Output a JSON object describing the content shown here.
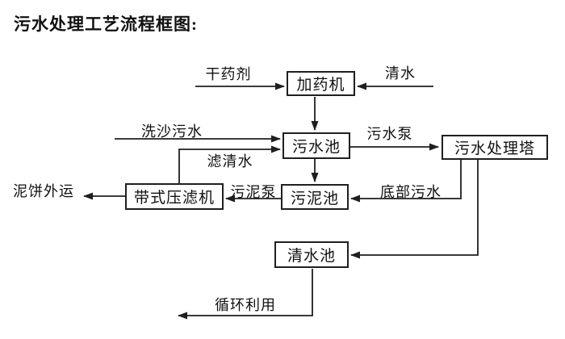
{
  "title": "污水处理工艺流程框图:",
  "diagram": {
    "type": "flowchart",
    "nodes": {
      "dosing_machine": "加药机",
      "sewage_pool": "污水池",
      "treatment_tower": "污水处理塔",
      "sludge_pool": "污泥池",
      "belt_filter_press": "带式压滤机",
      "clear_water_pool": "清水池"
    },
    "labels": {
      "dry_agent": "干药剂",
      "clear_water": "清水",
      "sand_washing_sewage": "洗沙污水",
      "sewage_pump": "污水泵",
      "filter_water": "滤清水",
      "sludge_pump": "污泥泵",
      "bottom_sewage": "底部污水",
      "mud_cake_transport": "泥饼外运",
      "recycling": "循环利用"
    },
    "edges": [
      {
        "source": "干药剂(外部输入)",
        "target": "加药机",
        "label": "干药剂"
      },
      {
        "source": "清水(外部输入)",
        "target": "加药机",
        "label": "清水"
      },
      {
        "source": "加药机",
        "target": "污水池",
        "label": ""
      },
      {
        "source": "洗沙污水(外部输入)",
        "target": "污水池",
        "label": "洗沙污水"
      },
      {
        "source": "带式压滤机",
        "target": "污水池",
        "label": "滤清水"
      },
      {
        "source": "污水池",
        "target": "污水处理塔",
        "label": "污水泵"
      },
      {
        "source": "污水池",
        "target": "污泥池",
        "label": ""
      },
      {
        "source": "污水处理塔",
        "target": "污泥池",
        "label": "底部污水"
      },
      {
        "source": "污泥池",
        "target": "带式压滤机",
        "label": "污泥泵"
      },
      {
        "source": "带式压滤机",
        "target": "泥饼外运(输出)",
        "label": "泥饼外运"
      },
      {
        "source": "污水处理塔",
        "target": "清水池",
        "label": ""
      },
      {
        "source": "清水池",
        "target": "循环利用(输出)",
        "label": "循环利用"
      }
    ],
    "colors": {
      "line": "#1f1f1f",
      "text": "#111111",
      "background": "#ffffff"
    }
  }
}
